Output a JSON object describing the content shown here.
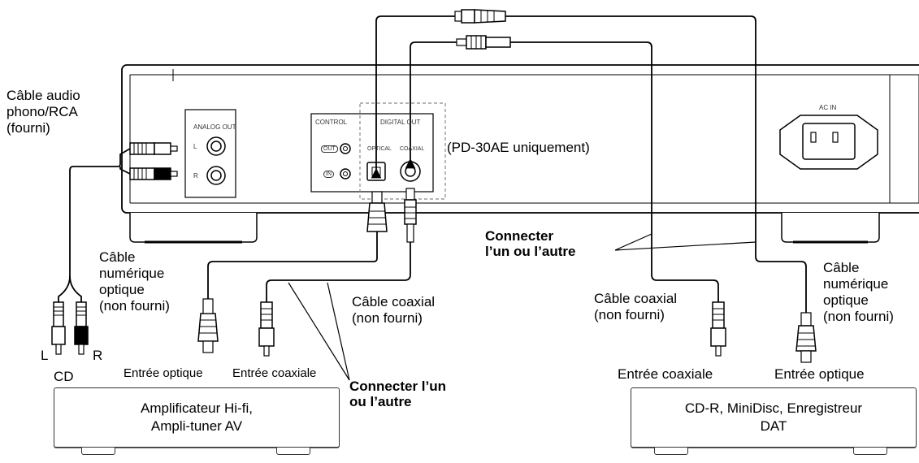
{
  "labels": {
    "audio_cable": "Câble audio\nphono/RCA\n(fourni)",
    "model_note": "(PD-30AE uniquement)",
    "connect_right": "Connecter\nl’un ou l’autre",
    "connect_bottom": "Connecter l’un\nou l’autre",
    "optical_cable_left": "Câble\nnumérique\noptique\n(non fourni)",
    "coaxial_cable_left": "Câble coaxial\n(non fourni)",
    "coaxial_cable_right": "Câble coaxial\n(non fourni)",
    "optical_cable_right": "Câble\nnumérique\noptique\n(non fourni)",
    "plug_l": "L",
    "plug_r": "R",
    "cd": "CD",
    "optical_input_left": "Entrée optique",
    "coaxial_input_left": "Entrée coaxiale",
    "coaxial_input_right": "Entrée coaxiale",
    "optical_input_right": "Entrée optique"
  },
  "panel": {
    "analog_out": "ANALOG OUT",
    "analog_l": "L",
    "analog_r": "R",
    "control": "CONTROL",
    "digital_out": "DIGITAL OUT",
    "optical": "OPTICAL",
    "coaxial": "COAXIAL",
    "ctrl_out": "OUT",
    "ctrl_in": "IN",
    "ac_in": "AC IN"
  },
  "devices": {
    "amplifier": "Amplificateur Hi-fi,\nAmpli-tuner AV",
    "recorder": "CD-R, MiniDisc, Enregistreur\nDAT"
  },
  "colors": {
    "line": "#000000",
    "chassis_fill": "#ffffff",
    "dashed_region": "#888888",
    "plug_red_band": "#000000"
  }
}
